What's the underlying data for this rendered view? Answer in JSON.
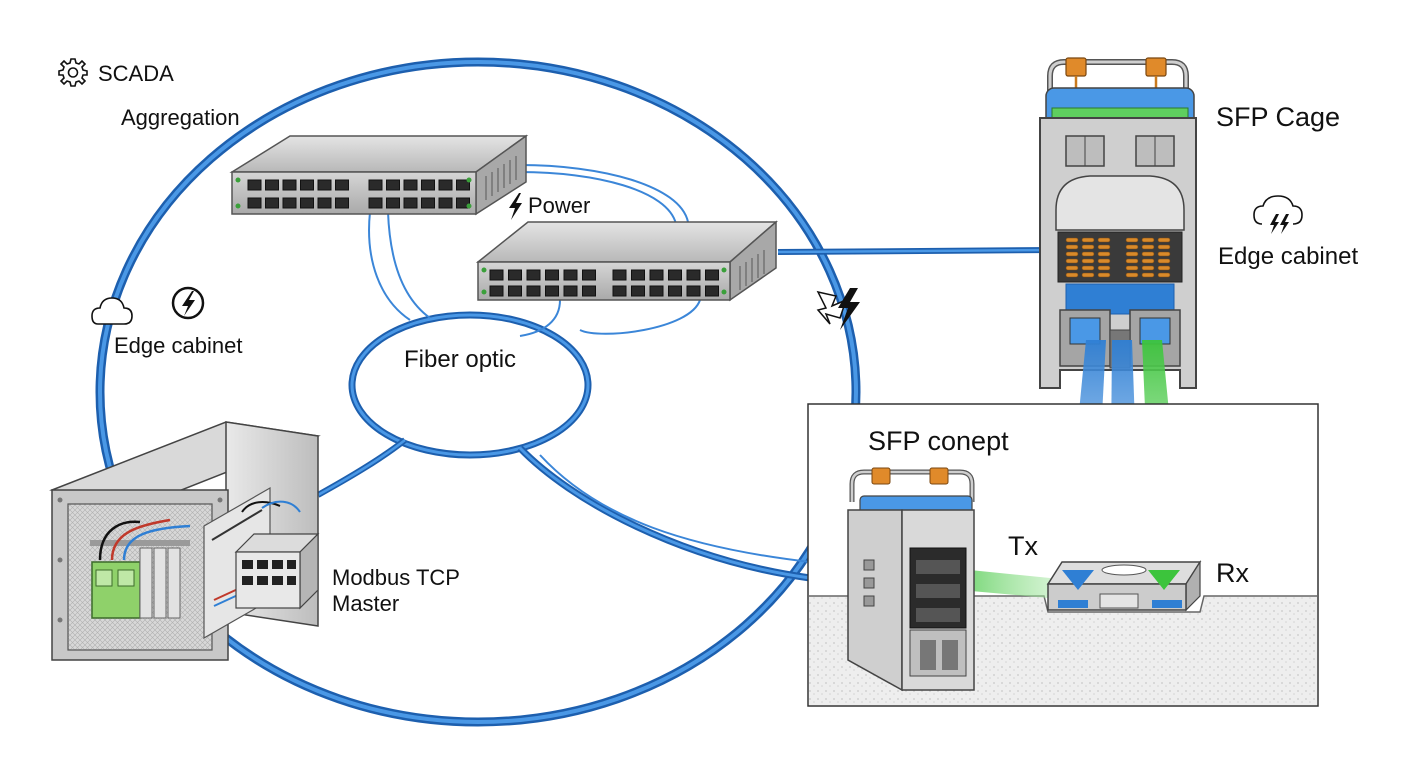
{
  "labels": {
    "scada": "SCADA",
    "aggregation": "Aggregation",
    "power": "Power",
    "edge_cabinet_left": "Edge cabinet",
    "fiber_optic": "Fiber optic",
    "modbus_line1": "Modbus TCP",
    "modbus_line2": "Master",
    "sfp_cage": "SFP Cage",
    "edge_cabinet_right": "Edge cabinet",
    "sfp_concept": "SFP conept",
    "tx": "Tx",
    "rx": "Rx"
  },
  "colors": {
    "fiber_blue": "#2f7fd4",
    "fiber_blue_dark": "#1d5fae",
    "optic_green": "#3cc43c",
    "switch_gray": "#bdbdbd",
    "copper": "#c97a1e",
    "terminal_green": "#8fd16a"
  },
  "icons": {
    "scada": "gear-icon",
    "power": "lightning-icon",
    "edge_left": "cloud-icon",
    "edge_left_power": "power-circle-icon",
    "edge_right": "storm-cloud-icon",
    "surge": "surge-lightning-icon"
  }
}
